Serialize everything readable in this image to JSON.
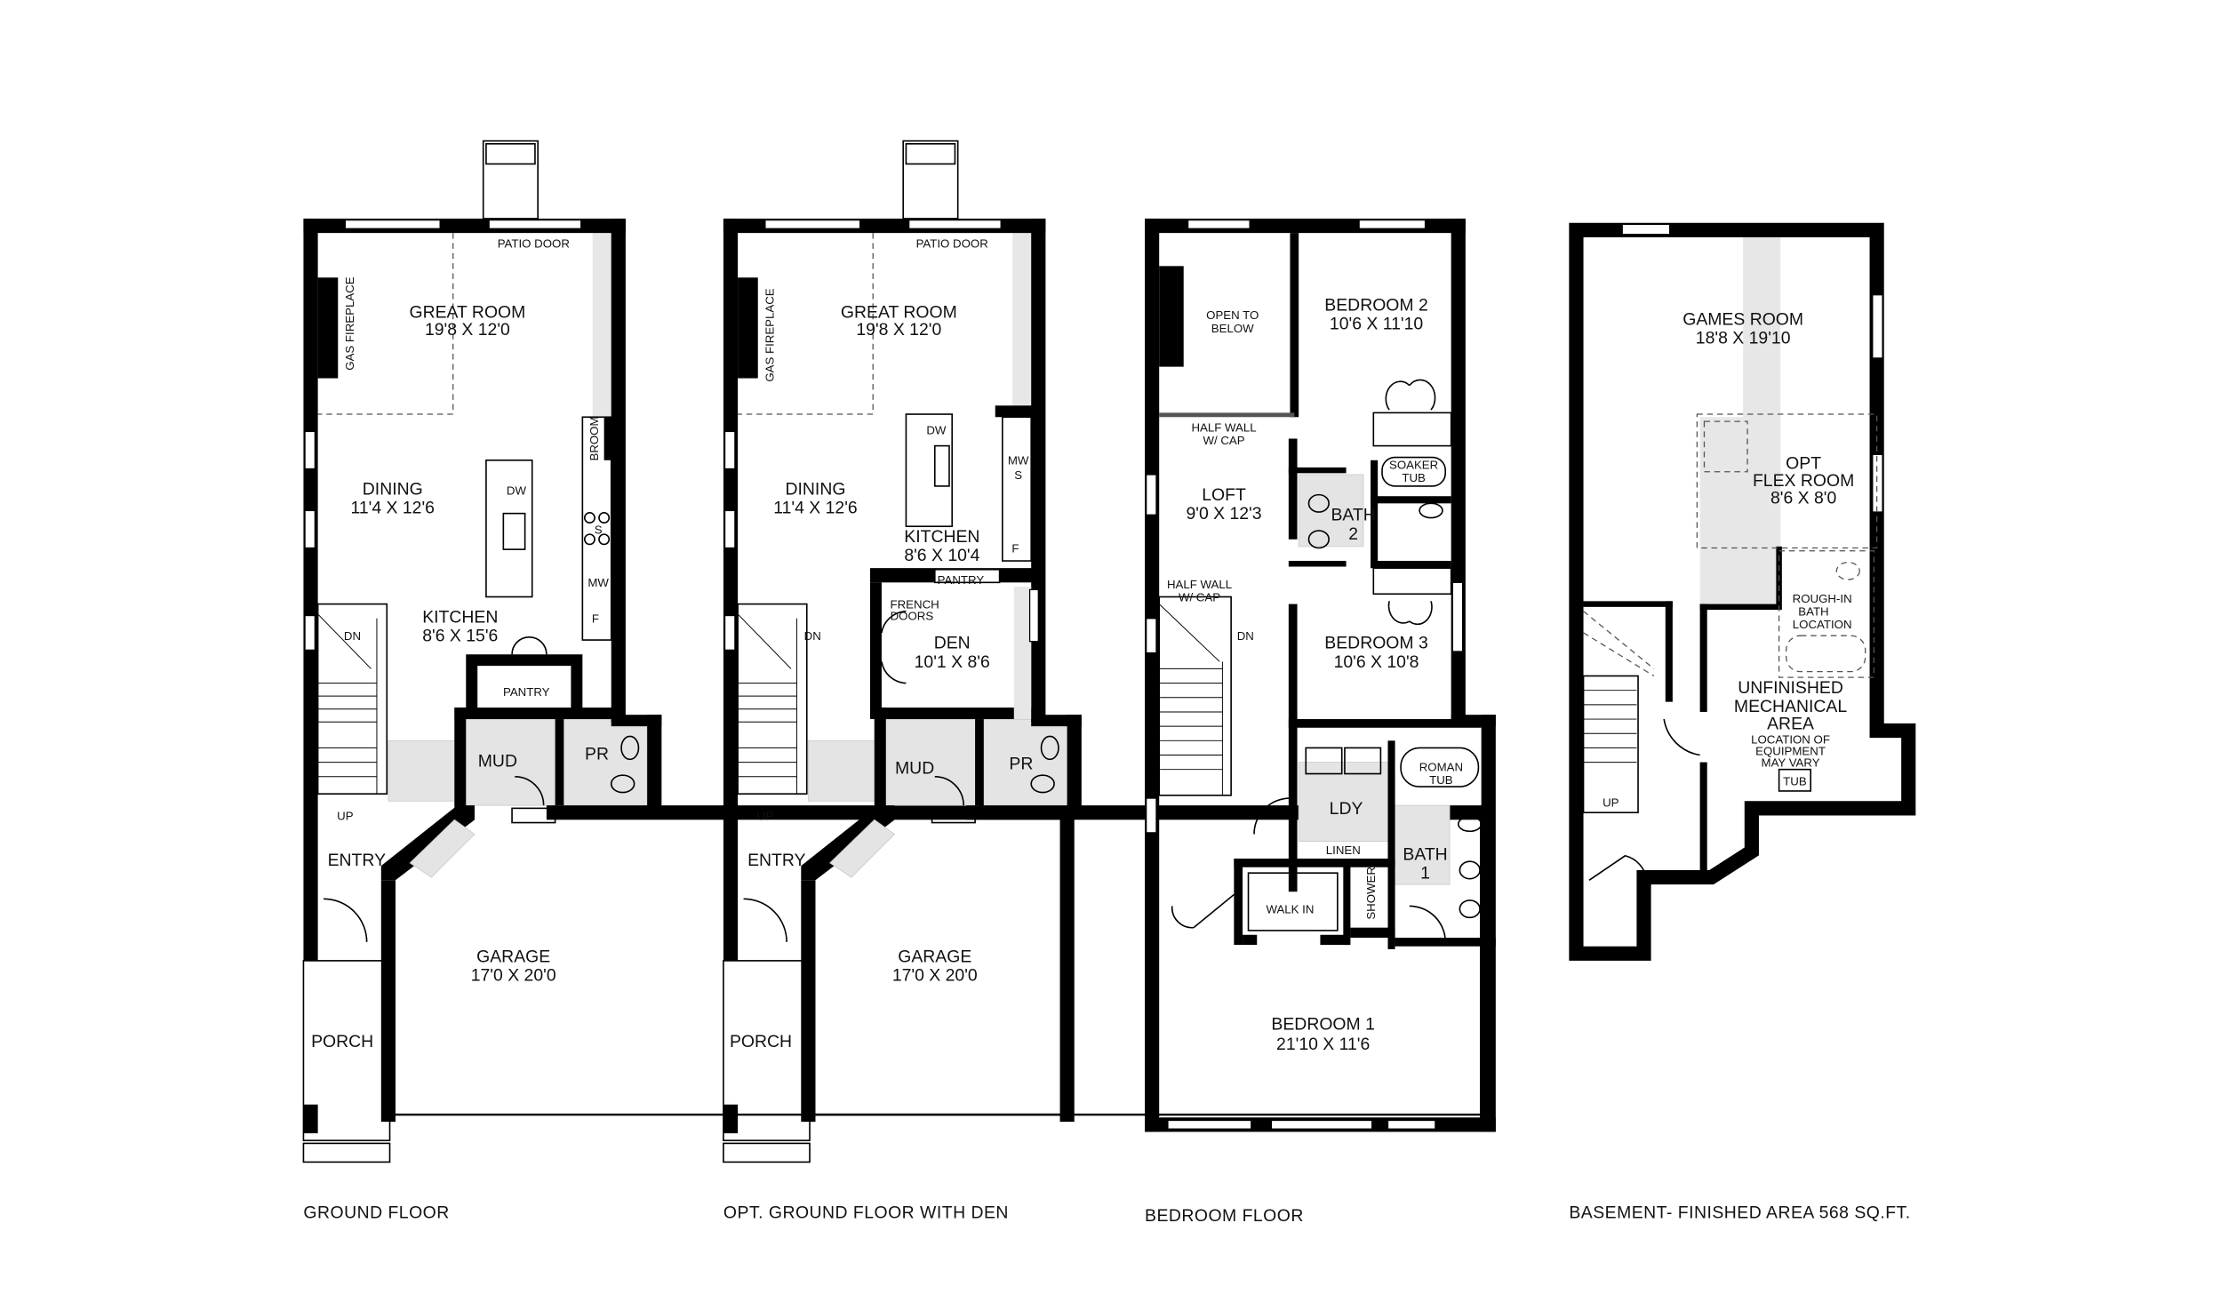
{
  "plans": [
    {
      "title": "GROUND FLOOR",
      "labels": [
        "PATIO DOOR",
        "GREAT ROOM",
        "19'8 X 12'0",
        "GAS FIREPLACE",
        "DINING",
        "11'4 X 12'6",
        "KITCHEN",
        "8'6 X 15'6",
        "PANTRY",
        "MUD",
        "PR",
        "DN",
        "UP",
        "ENTRY",
        "GARAGE",
        "17'0 X 20'0",
        "PORCH",
        "DW",
        "S",
        "MW",
        "F",
        "BROOM"
      ]
    },
    {
      "title": "OPT. GROUND FLOOR WITH DEN",
      "labels": [
        "PATIO DOOR",
        "GREAT ROOM",
        "19'8 X 12'0",
        "GAS FIREPLACE",
        "DINING",
        "11'4 X 12'6",
        "KITCHEN",
        "8'6 X 10'4",
        "PANTRY",
        "FRENCH",
        "DOORS",
        "DEN",
        "10'1 X 8'6",
        "MUD",
        "PR",
        "DN",
        "UP",
        "ENTRY",
        "GARAGE",
        "17'0 X 20'0",
        "PORCH",
        "DW",
        "MW",
        "S",
        "F"
      ]
    },
    {
      "title": "BEDROOM FLOOR",
      "labels": [
        "OPEN TO",
        "BELOW",
        "BEDROOM 2",
        "10'6 X 11'10",
        "HALF WALL",
        "W/ CAP",
        "LOFT",
        "9'0 X 12'3",
        "SOAKER",
        "TUB",
        "BATH",
        "2",
        "HALF WALL",
        "W/ CAP",
        "DN",
        "BEDROOM 3",
        "10'6 X 10'8",
        "ROMAN",
        "TUB",
        "LDY",
        "LINEN",
        "BATH",
        "1",
        "SHOWER",
        "WALK IN",
        "BEDROOM 1",
        "21'10 X 11'6"
      ]
    },
    {
      "title": "BASEMENT-  FINISHED AREA 568 SQ.FT.",
      "labels": [
        "GAMES ROOM",
        "18'8 X 19'10",
        "OPT",
        "FLEX ROOM",
        "8'6 X 8'0",
        "ROUGH-IN",
        "BATH",
        "LOCATION",
        "UNFINISHED",
        "MECHANICAL",
        "AREA",
        "LOCATION OF",
        "EQUIPMENT",
        "MAY VARY",
        "TUB",
        "UP"
      ]
    }
  ],
  "colors": {
    "walls": "#000000",
    "tile": "#e3e4e3",
    "shaded": "#e6e7e6"
  }
}
